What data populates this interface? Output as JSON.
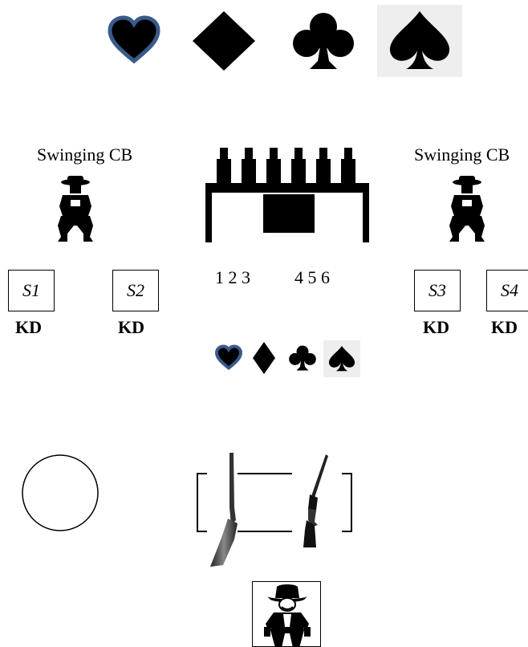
{
  "suits": {
    "top": [
      "heart",
      "diamond",
      "club",
      "spade"
    ],
    "small": [
      "heart",
      "diamond",
      "club",
      "spade"
    ]
  },
  "colors": {
    "heart_outline": "#3a5a8a",
    "ink": "#000000",
    "spade_bg": "#eeeeee"
  },
  "stations": {
    "left_label": "Swinging CB",
    "right_label": "Swinging CB"
  },
  "plates": {
    "positions_left": "1 2 3",
    "positions_right": "4 5 6"
  },
  "targets": [
    {
      "label": "S1",
      "tag": "KD"
    },
    {
      "label": "S2",
      "tag": "KD"
    },
    {
      "label": "S3",
      "tag": "KD"
    },
    {
      "label": "S4",
      "tag": "KD"
    }
  ],
  "icons": [
    "heart-icon",
    "diamond-icon",
    "club-icon",
    "spade-icon",
    "swinging-cb-icon",
    "plate-rack-icon",
    "shotgun-icon",
    "rifle-icon",
    "cowboy-icon",
    "start-circle-icon"
  ]
}
